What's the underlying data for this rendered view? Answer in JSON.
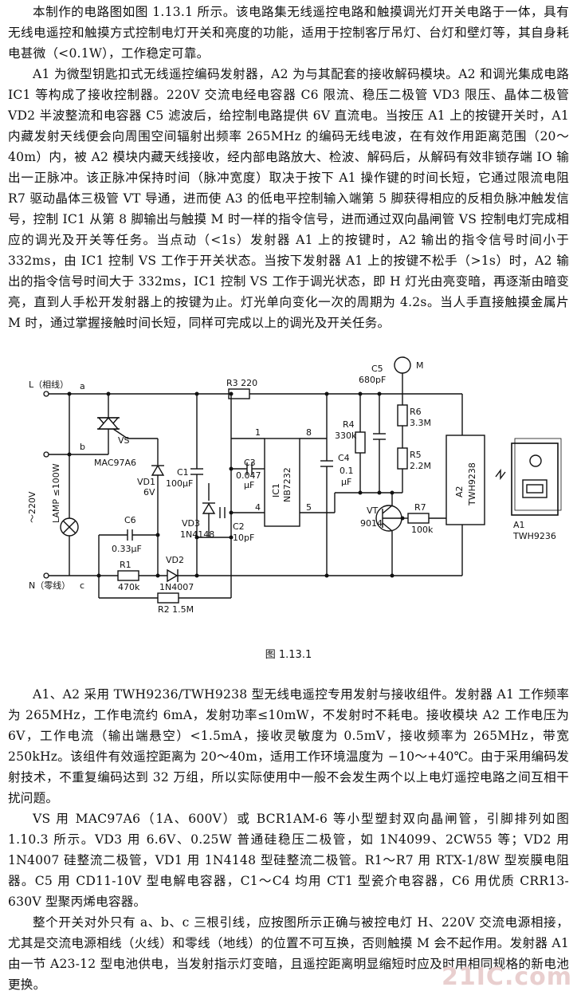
{
  "paragraphs": {
    "p1": "本制作的电路图如图 1.13.1 所示。该电路集无线遥控电路和触摸调光灯开关电路于一体，具有无线电遥控和触摸方式控制电灯开关和亮度的功能，适用于控制客厅吊灯、台灯和壁灯等，其自身耗电甚微（<0.1W），工作稳定可靠。",
    "p2": "A1 为微型钥匙扣式无线遥控编码发射器，A2 为与其配套的接收解码模块。A2 和调光集成电路 IC1 等构成了接收控制器。220V 交流电经电容器 C6 限流、稳压二极管 VD3 限压、晶体二极管 VD2 半波整流和电容器 C5 滤波后，给控制电路提供 6V 直流电。当按压 A1 上的按键开关时，A1 内藏发射天线便会向周围空间辐射出频率 265MHz 的编码无线电波，在有效作用距离范围（20～40m）内，被 A2 模块内藏天线接收，经内部电路放大、检波、解码后，从解码有效非锁存端 IO 输出一正脉冲。该正脉冲保持时间（脉冲宽度）取决于按下 A1 操作键的时间长短，它通过限流电阻 R7 驱动晶体三极管 VT 导通，进而使 A3 的低电平控制输入端第 5 脚获得相应的反相负脉冲触发信号，控制 IC1 从第 8 脚输出与触摸 M 时一样的指令信号，进而通过双向晶闸管 VS 控制电灯完成相应的调光及开关等任务。当点动（<1s）发射器 A1 上的按键时，A2 输出的指令信号时间小于 332ms，由 IC1 控制 VS 工作于开关状态。当按下发射器 A1 上的按键不松手（>1s）时，A2 输出的指令信号时间大于 332ms，IC1 控制 VS 工作于调光状态，即 H 灯光由亮变暗，再逐渐由暗变亮，直到人手松开发射器上的按键为止。灯光单向变化一次的周期为 4.2s。当人手直接触摸金属片 M 时，通过掌握接触时间长短，同样可完成以上的调光及开关任务。",
    "p3": "A1、A2 采用 TWH9236/TWH9238 型无线电遥控专用发射与接收组件。发射器 A1 工作频率为 265MHz，工作电流约 6mA，发射功率≤10mW，不发射时不耗电。接收模块 A2 工作电压为 6V，工作电流（输出端悬空）<1.5mA，接收灵敏度为 0.5mV，接收频率为 265MHz，带宽 250kHz。该组件有效遥控距离为 20～40m，适用工作环境温度为 −10～+40℃。由于采用编码发射技术，不重复编码达到 32 万组，所以实际使用中一般不会发生两个以上电灯遥控电路之间互相干扰问题。",
    "p4": "VS 用 MAC97A6（1A、600V）或 BCR1AM-6 等小型塑封双向晶闸管，引脚排列如图 1.10.3 所示。VD3 用 6.6V、0.25W 普通硅稳压二极管，如 1N4099、2CW55 等；VD2 用 1N4007 硅整流二极管，VD1 用 1N4148 型硅整流二极管。R1～R7 用 RTX-1/8W 型炭膜电阻器。C5 用 CD11-10V 型电解电容器，C1～C4 均用 CT1 型瓷介电容器，C6 用优质 CRR13-630V 型聚丙烯电容器。",
    "p5": "整个开关对外只有 a、b、c 三根引线，应按图所示正确与被控电灯 H、220V 交流电源相接，尤其是交流电源相线（火线）和零线（地线）的位置不可互换，否则触摸 M 会不起作用。发射器 A1 由一节 A23-12 型电池供电，当发射指示灯变暗，且遥控距离明显缩短时应及时用相同规格的新电池更换。"
  },
  "figure": {
    "caption": "图 1.13.1",
    "labels": {
      "L_line": "L（相线）",
      "N_line": "N（零线）",
      "node_a": "a",
      "node_b": "b",
      "node_c": "c",
      "ac_supply": "～220V",
      "lamp": "LAMP ≤100W",
      "vs_name": "VS",
      "vs_model": "MAC97A6",
      "r3": "R3 220",
      "c5_name": "C5",
      "c5_value": "680pF",
      "m_label": "M",
      "r4_name": "R4",
      "r4_value": "330k",
      "r6_name": "R6",
      "r6_value": "3.3M",
      "r5_name": "R5",
      "r5_value": "2.2M",
      "vd1_name": "VD1",
      "vd1_value": "6V",
      "c1_name": "C1",
      "c1_value": "100μF",
      "c3_name": "C3",
      "c3_value": "0.047",
      "c3_unit": "μF",
      "ic1": "IC1",
      "ic1_model": "NB7232",
      "c4_name": "C4",
      "c4_value": "0.1",
      "c4_unit": "μF",
      "pin1": "1",
      "pin8": "8",
      "pin4": "4",
      "pin5": "5",
      "vd3_name": "VD3",
      "vd3_value": "1N4148",
      "c2_name": "C2",
      "c2_value": "10pF",
      "vt_name": "VT",
      "vt_value": "9014",
      "r7_name": "R7",
      "r7_value": "100k",
      "a2_name": "A2",
      "a2_model": "TWH9238",
      "a1_name": "A1",
      "a1_model": "TWH9236",
      "c6_name": "C6",
      "c6_value": "0.33μF",
      "r1_name": "R1",
      "r1_value": "470k",
      "vd2_name": "VD2",
      "vd2_value": "1N4007",
      "r2": "R2 1.5M"
    }
  },
  "watermark": "21IC.com"
}
